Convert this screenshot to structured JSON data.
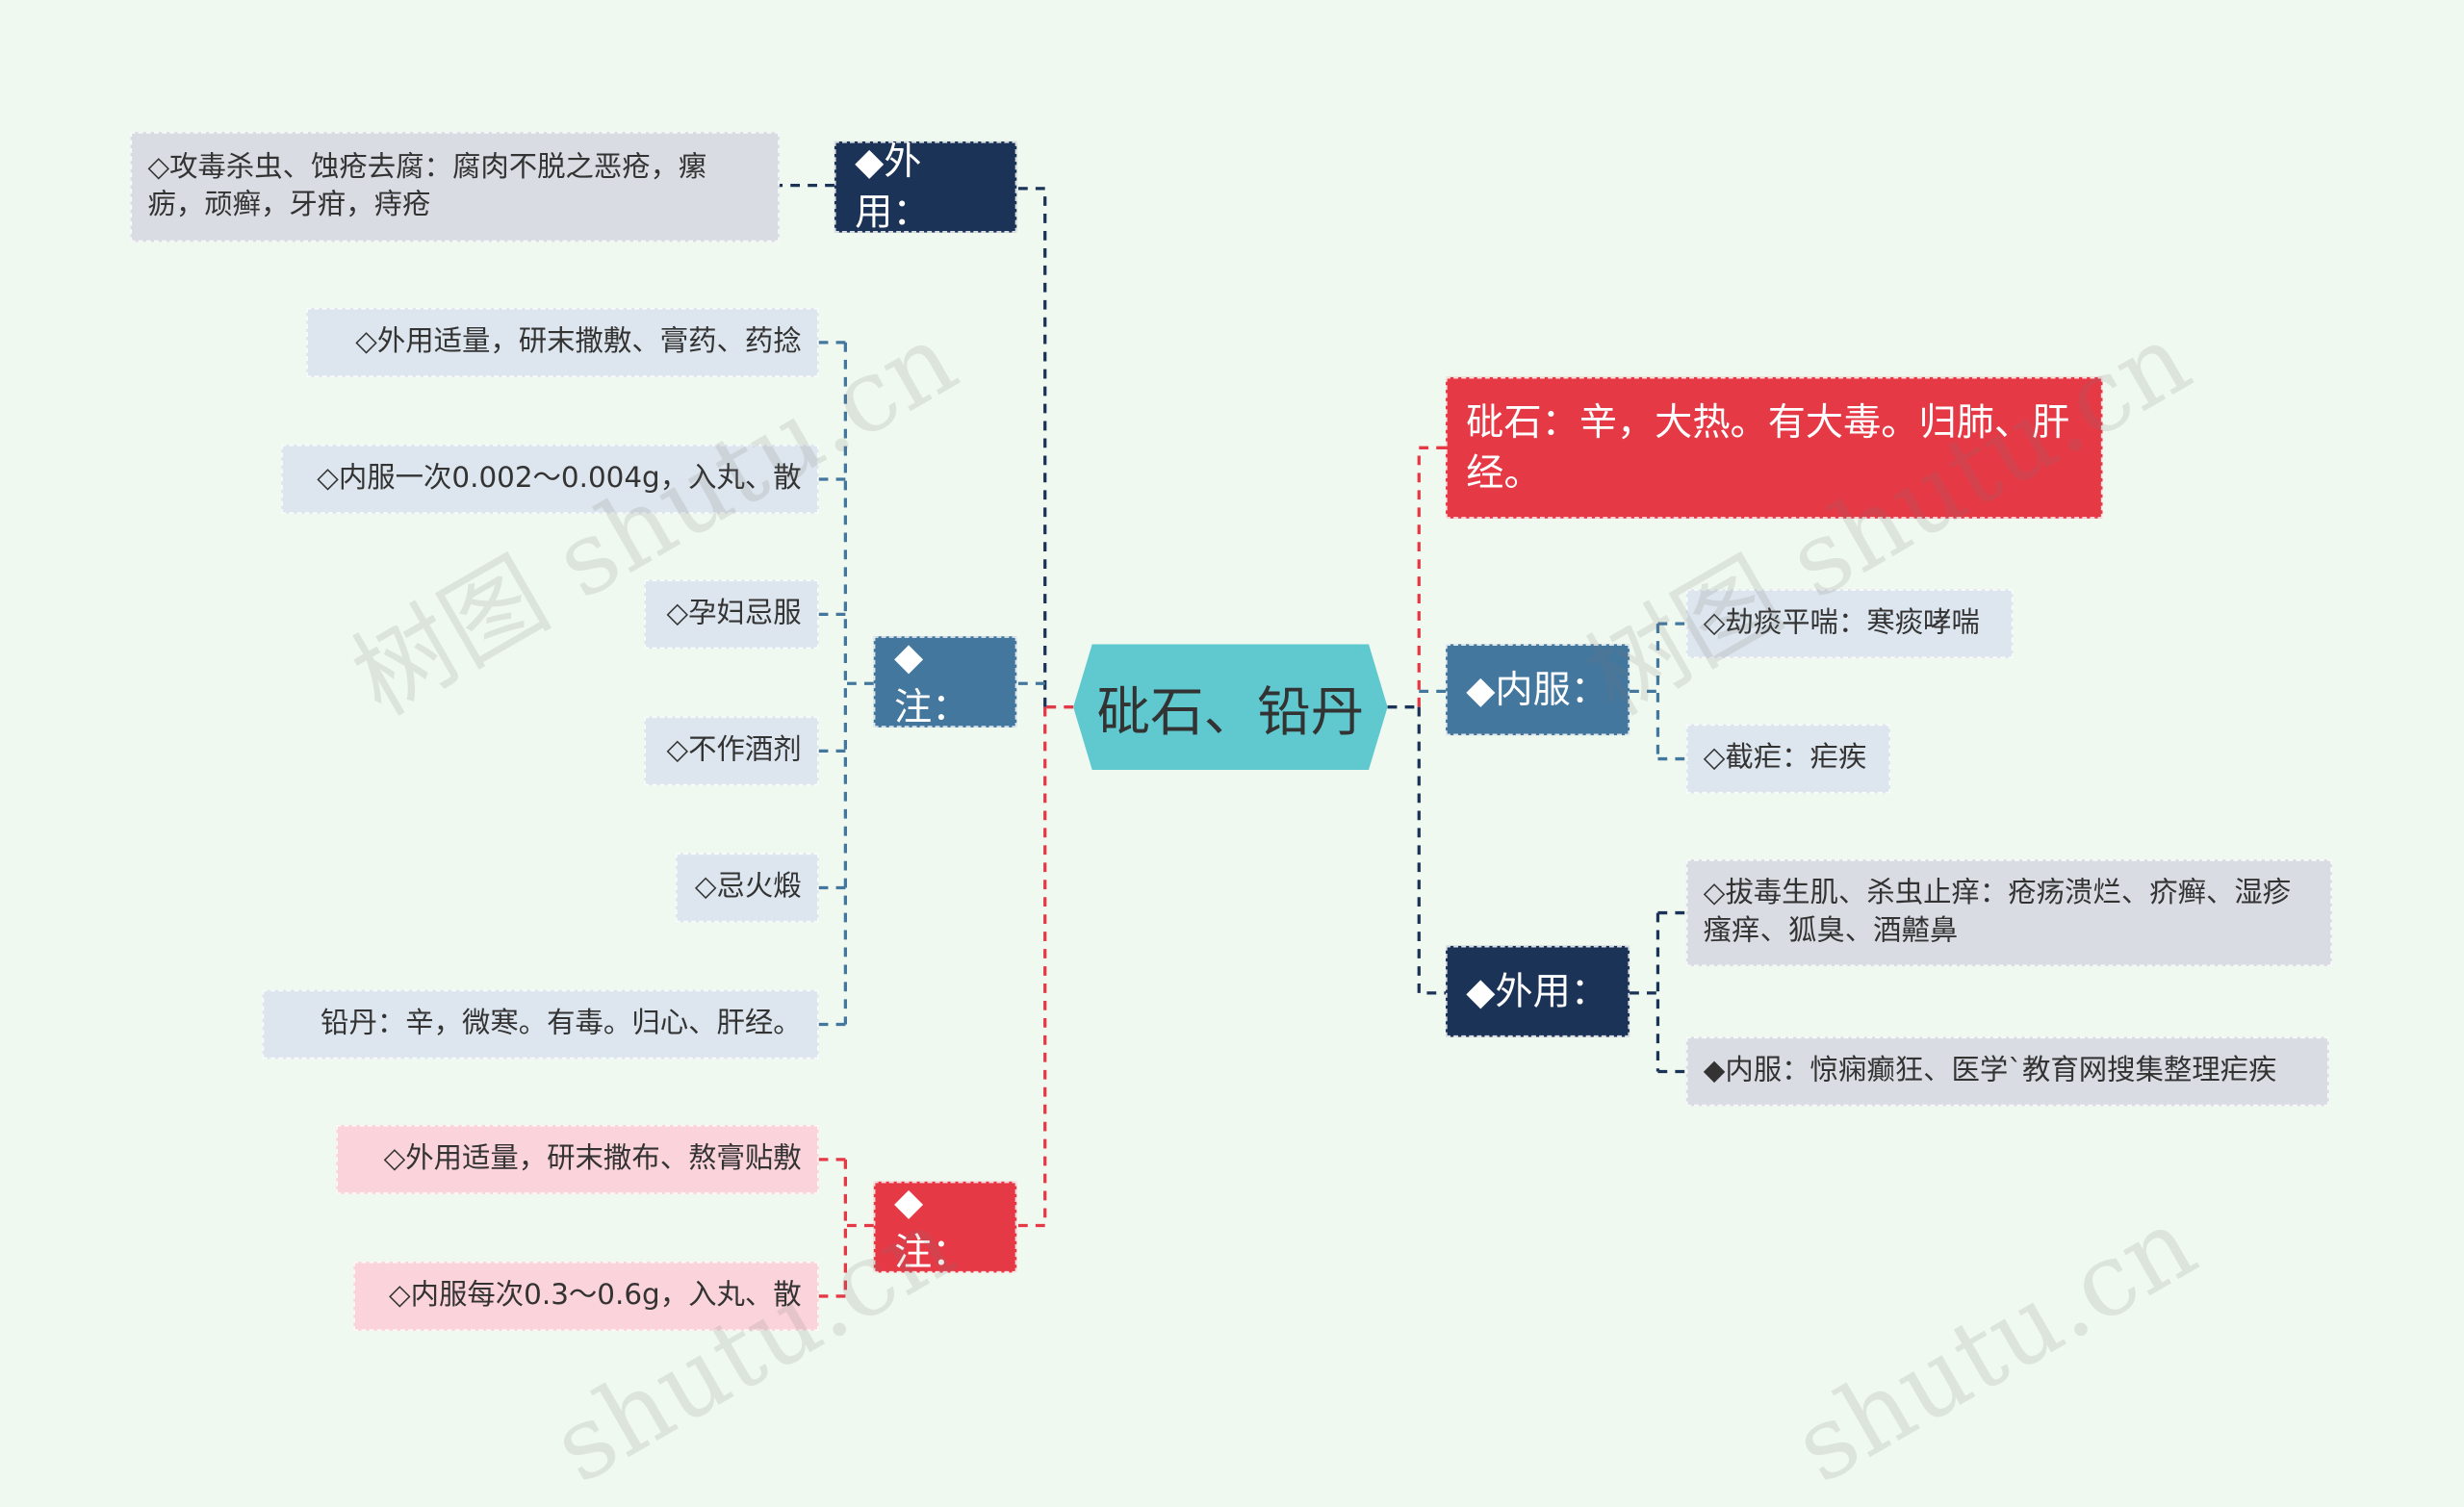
{
  "center": "砒石、铅丹",
  "left": {
    "waiyong": {
      "label": "◆外用：",
      "items": [
        "◇攻毒杀虫、蚀疮去腐：腐肉不脱之恶疮，瘰疬，顽癣，牙疳，痔疮"
      ]
    },
    "zhu1": {
      "label": "◆注：",
      "items": [
        "◇外用适量，研末撒敷、膏药、药捻",
        "◇内服一次0.002～0.004g，入丸、散",
        "◇孕妇忌服",
        "◇不作酒剂",
        "◇忌火煅",
        "铅丹：辛，微寒。有毒。归心、肝经。"
      ]
    },
    "zhu2": {
      "label": "◆注：",
      "items": [
        "◇外用适量，研末撒布、熬膏贴敷",
        "◇内服每次0.3～0.6g，入丸、散"
      ]
    }
  },
  "right": {
    "pishi": "砒石：辛，大热。有大毒。归肺、肝经。",
    "neifu": {
      "label": "◆内服：",
      "items": [
        "◇劫痰平喘：寒痰哮喘",
        "◇截疟：疟疾"
      ]
    },
    "waiyong": {
      "label": "◆外用：",
      "items": [
        "◇拔毒生肌、杀虫止痒：疮疡溃烂、疥癣、湿疹瘙痒、狐臭、酒齄鼻",
        "◆内服：惊痫癫狂、医学`教育网搜集整理疟疾"
      ]
    }
  },
  "watermarks": [
    "树图 shutu.cn",
    "树图 shutu.cn",
    "shutu.cn",
    "shutu.cn"
  ],
  "colors": {
    "background": "#f0f9ef",
    "center": "#5fc9cf",
    "navy": "#1b3357",
    "steel": "#43779e",
    "red": "#e63946"
  }
}
